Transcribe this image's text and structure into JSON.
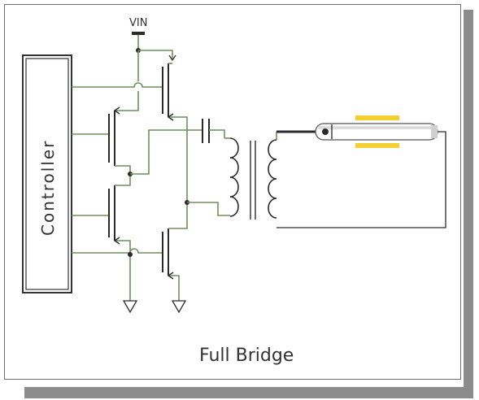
{
  "diagram": {
    "vin_label": "VIN",
    "controller_label": "Controller",
    "caption": "Full Bridge"
  },
  "colors": {
    "wire": "#6f8f5f",
    "component": "#2a2a2a",
    "tube_band": "#f2d033",
    "shadow": "#8c8c8c"
  }
}
